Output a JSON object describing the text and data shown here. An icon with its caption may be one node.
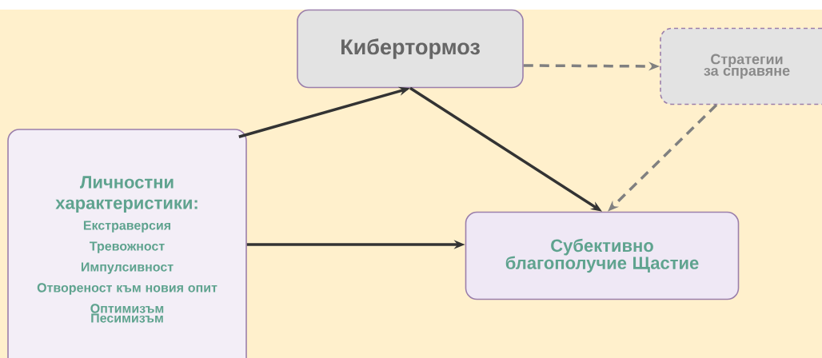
{
  "diagram": {
    "nodes": [
      {
        "text": [
          "Личностни характеристики:",
          "Екстраверсия",
          "Тревожност",
          "Импулсивност",
          "Отвореност към новия опит",
          "Оптимизъм",
          "Песимизъм"
        ]
      },
      {
        "text": [
          "Кибертормоз"
        ]
      },
      {
        "text": [
          "Стратегии за справяне"
        ]
      },
      {
        "text": [
          "Субективно благополучие Щастие"
        ]
      }
    ],
    "edges": [
      {
        "from": 0,
        "to": 1,
        "arrow": "to"
      },
      {
        "from": 1,
        "to": 3,
        "arrow": "to"
      },
      {
        "from": 0,
        "to": 3,
        "arrow": "to"
      },
      {
        "from": 1,
        "to": 2,
        "arrow": "to",
        "style": "dashed",
        "color": "#808080"
      },
      {
        "from": 2,
        "to": 3,
        "arrow": "to",
        "style": "dashed",
        "color": "#808080"
      }
    ]
  }
}
